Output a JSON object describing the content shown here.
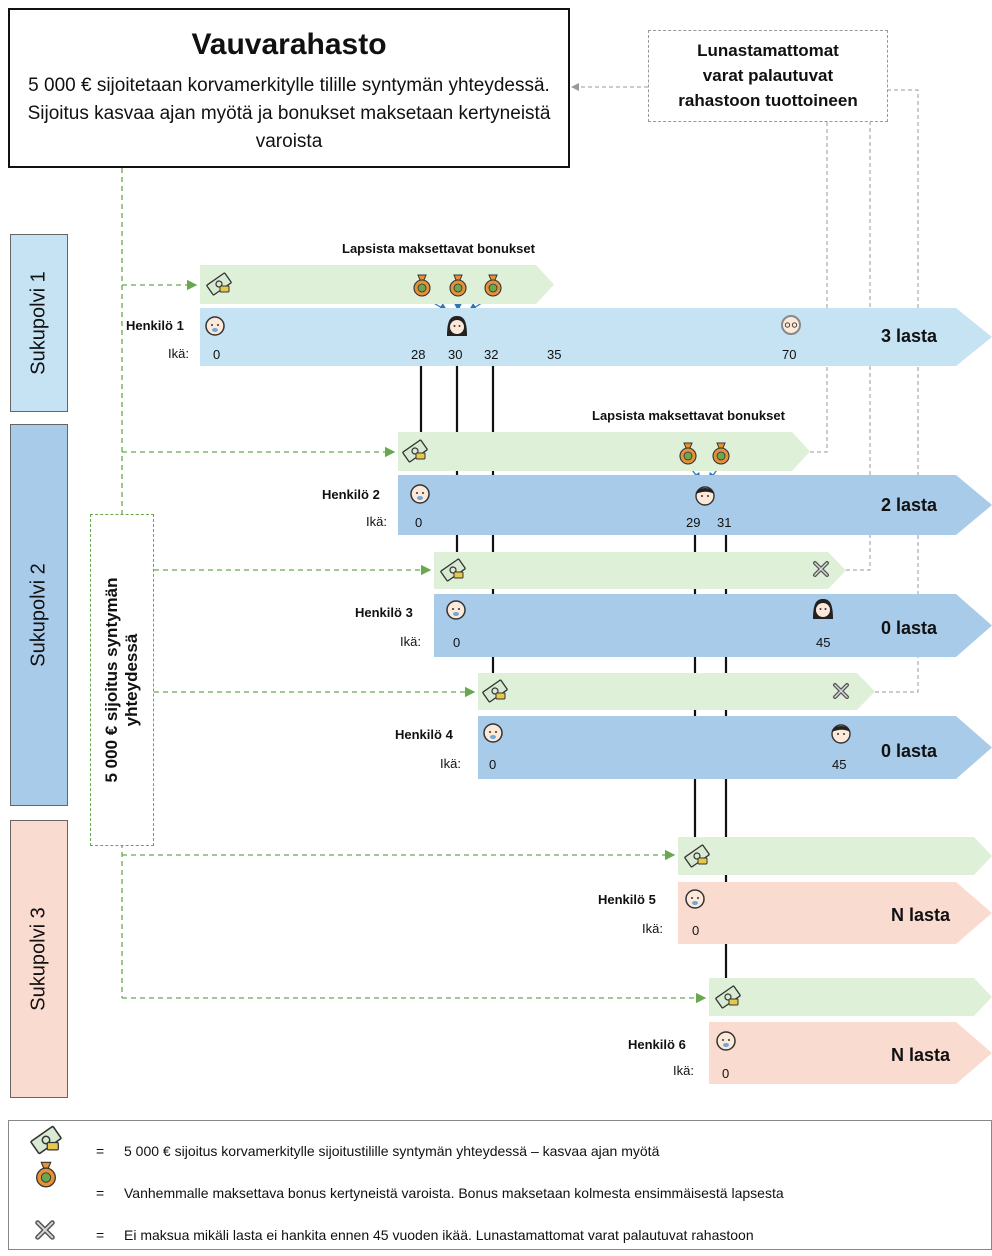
{
  "title": "Vauvarahasto",
  "description": "5 000 € sijoitetaan korvamerkitylle tilille syntymän yhteydessä. Sijoitus kasvaa ajan myötä ja bonukset maksetaan kertyneistä varoista",
  "return_note": {
    "line1": "Lunastamattomat",
    "line2": "varat palautuvat",
    "line3": "rahastoon tuottoineen"
  },
  "generations": [
    "Sukupolvi 1",
    "Sukupolvi 2",
    "Sukupolvi 3"
  ],
  "investment_label": {
    "line1": "5 000 € sijoitus syntymän",
    "line2": "yhteydessä"
  },
  "bonus_title": "Lapsista maksettavat bonukset",
  "age_label": "Ikä:",
  "persons": [
    {
      "name": "Henkilö 1",
      "ages": [
        "0",
        "28",
        "30",
        "32",
        "35",
        "70"
      ],
      "kids": "3 lasta"
    },
    {
      "name": "Henkilö 2",
      "ages": [
        "0",
        "29",
        "31"
      ],
      "kids": "2 lasta"
    },
    {
      "name": "Henkilö 3",
      "ages": [
        "0",
        "45"
      ],
      "kids": "0 lasta"
    },
    {
      "name": "Henkilö 4",
      "ages": [
        "0",
        "45"
      ],
      "kids": "0 lasta"
    },
    {
      "name": "Henkilö 5",
      "ages": [
        "0"
      ],
      "kids": "N lasta"
    },
    {
      "name": "Henkilö 6",
      "ages": [
        "0"
      ],
      "kids": "N lasta"
    }
  ],
  "legend": [
    {
      "icon": "investment-icon",
      "eq": "=",
      "text": "5 000 € sijoitus korvamerkitylle sijoitustilille syntymän yhteydessä – kasvaa ajan myötä"
    },
    {
      "icon": "money-bag-icon",
      "eq": "=",
      "text": "Vanhemmalle maksettava bonus kertyneistä varoista. Bonus maksetaan kolmesta ensimmäisestä lapsesta"
    },
    {
      "icon": "cross-icon",
      "eq": "=",
      "text": "Ei maksua mikäli lasta ei hankita ennen 45 vuoden ikää. Lunastamattomat varat palautuvat rahastoon"
    }
  ],
  "colors": {
    "gen1": "#c6e3f3",
    "gen2": "#a9cbea",
    "gen3": "#fadbd0",
    "green_band": "#dff0d8",
    "dashed_green": "#6aa84f",
    "dashed_gray": "#999999"
  }
}
